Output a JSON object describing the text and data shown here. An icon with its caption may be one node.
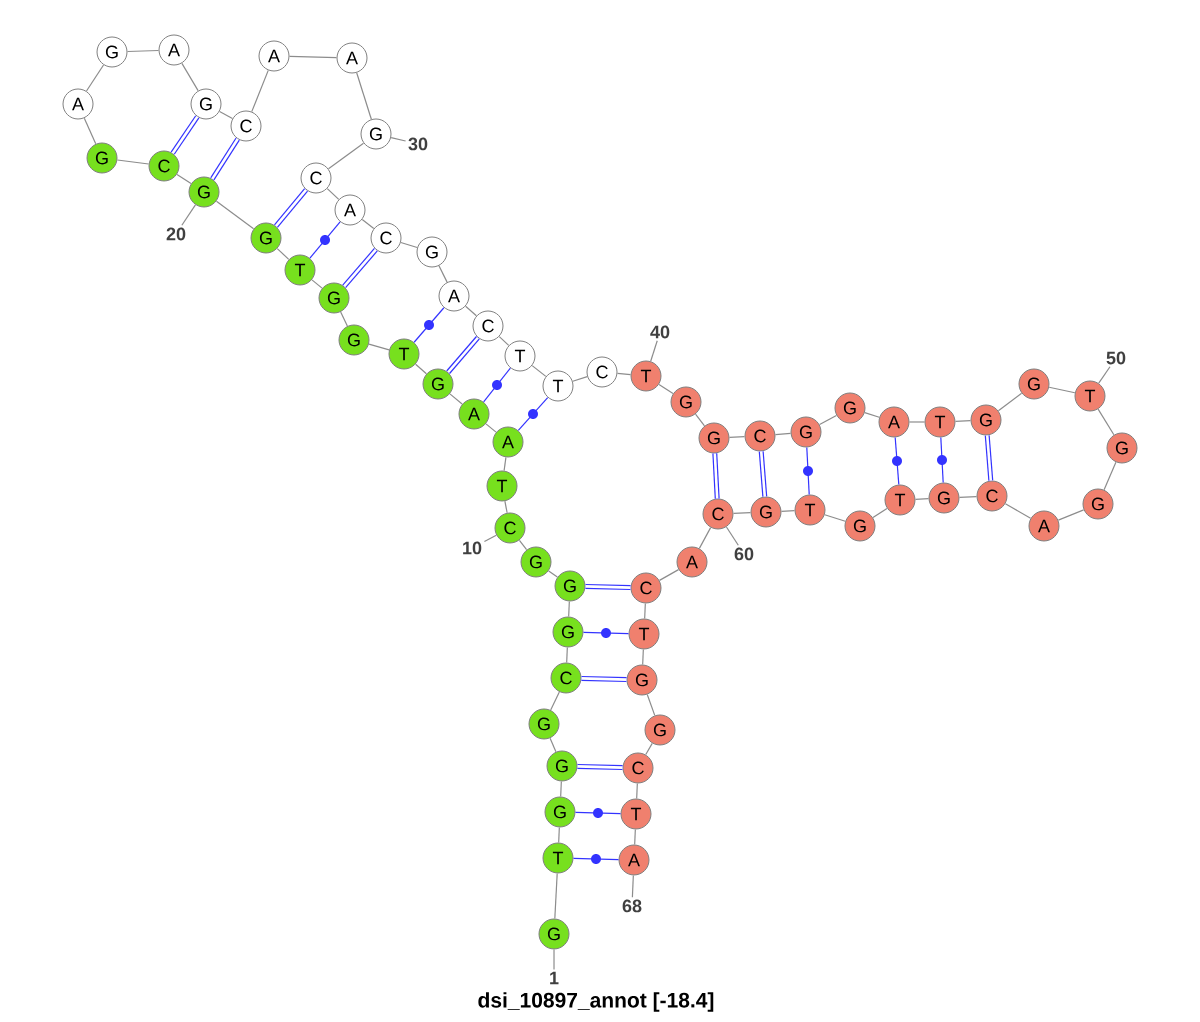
{
  "diagram": {
    "caption": "dsi_10897_annot [-18.4]",
    "nodes": [
      {
        "text": [
          "G"
        ]
      },
      {
        "text": [
          "T"
        ]
      },
      {
        "text": [
          "G"
        ]
      },
      {
        "text": [
          "G"
        ]
      },
      {
        "text": [
          "G"
        ]
      },
      {
        "text": [
          "C"
        ]
      },
      {
        "text": [
          "G"
        ]
      },
      {
        "text": [
          "G"
        ]
      },
      {
        "text": [
          "G"
        ]
      },
      {
        "text": [
          "C"
        ]
      },
      {
        "text": [
          "T"
        ]
      },
      {
        "text": [
          "A"
        ]
      },
      {
        "text": [
          "A"
        ]
      },
      {
        "text": [
          "G"
        ]
      },
      {
        "text": [
          "T"
        ]
      },
      {
        "text": [
          "G"
        ]
      },
      {
        "text": [
          "G"
        ]
      },
      {
        "text": [
          "T"
        ]
      },
      {
        "text": [
          "G"
        ]
      },
      {
        "text": [
          "G"
        ]
      },
      {
        "text": [
          "C"
        ]
      },
      {
        "text": [
          "G"
        ]
      },
      {
        "text": [
          "A"
        ]
      },
      {
        "text": [
          "G"
        ]
      },
      {
        "text": [
          "A"
        ]
      },
      {
        "text": [
          "G"
        ]
      },
      {
        "text": [
          "C"
        ]
      },
      {
        "text": [
          "A"
        ]
      },
      {
        "text": [
          "A"
        ]
      },
      {
        "text": [
          "G"
        ]
      },
      {
        "text": [
          "C"
        ]
      },
      {
        "text": [
          "A"
        ]
      },
      {
        "text": [
          "C"
        ]
      },
      {
        "text": [
          "G"
        ]
      },
      {
        "text": [
          "A"
        ]
      },
      {
        "text": [
          "C"
        ]
      },
      {
        "text": [
          "T"
        ]
      },
      {
        "text": [
          "T"
        ]
      },
      {
        "text": [
          "C"
        ]
      },
      {
        "text": [
          "T"
        ]
      },
      {
        "text": [
          "G"
        ]
      },
      {
        "text": [
          "G"
        ]
      },
      {
        "text": [
          "C"
        ]
      },
      {
        "text": [
          "G"
        ]
      },
      {
        "text": [
          "G"
        ]
      },
      {
        "text": [
          "A"
        ]
      },
      {
        "text": [
          "T"
        ]
      },
      {
        "text": [
          "G"
        ]
      },
      {
        "text": [
          "G"
        ]
      },
      {
        "text": [
          "T"
        ]
      },
      {
        "text": [
          "G"
        ]
      },
      {
        "text": [
          "G"
        ]
      },
      {
        "text": [
          "A"
        ]
      },
      {
        "text": [
          "C"
        ]
      },
      {
        "text": [
          "G"
        ]
      },
      {
        "text": [
          "T"
        ]
      },
      {
        "text": [
          "G"
        ]
      },
      {
        "text": [
          "T"
        ]
      },
      {
        "text": [
          "G"
        ]
      },
      {
        "text": [
          "C"
        ]
      },
      {
        "text": [
          "A"
        ]
      },
      {
        "text": [
          "C"
        ]
      },
      {
        "text": [
          "T"
        ]
      },
      {
        "text": [
          "G"
        ]
      },
      {
        "text": [
          "G"
        ]
      },
      {
        "text": [
          "C"
        ]
      },
      {
        "text": [
          "T"
        ]
      },
      {
        "text": [
          "A"
        ]
      },
      {
        "text": [
          "1"
        ]
      },
      {
        "text": [
          "10"
        ]
      },
      {
        "text": [
          "20"
        ]
      },
      {
        "text": [
          "30"
        ]
      },
      {
        "text": [
          "40"
        ]
      },
      {
        "text": [
          "50"
        ]
      },
      {
        "text": [
          "60"
        ]
      },
      {
        "text": [
          "68"
        ]
      }
    ],
    "edges": [
      {
        "from": 0,
        "to": 1,
        "arrow": "none"
      },
      {
        "from": 1,
        "to": 2,
        "arrow": "none"
      },
      {
        "from": 2,
        "to": 3,
        "arrow": "none"
      },
      {
        "from": 3,
        "to": 4,
        "arrow": "none"
      },
      {
        "from": 4,
        "to": 5,
        "arrow": "none"
      },
      {
        "from": 5,
        "to": 6,
        "arrow": "none"
      },
      {
        "from": 6,
        "to": 7,
        "arrow": "none"
      },
      {
        "from": 7,
        "to": 8,
        "arrow": "none"
      },
      {
        "from": 8,
        "to": 9,
        "arrow": "none"
      },
      {
        "from": 9,
        "to": 10,
        "arrow": "none"
      },
      {
        "from": 10,
        "to": 11,
        "arrow": "none"
      },
      {
        "from": 11,
        "to": 12,
        "arrow": "none"
      },
      {
        "from": 12,
        "to": 13,
        "arrow": "none"
      },
      {
        "from": 13,
        "to": 14,
        "arrow": "none"
      },
      {
        "from": 14,
        "to": 15,
        "arrow": "none"
      },
      {
        "from": 15,
        "to": 16,
        "arrow": "none"
      },
      {
        "from": 16,
        "to": 17,
        "arrow": "none"
      },
      {
        "from": 17,
        "to": 18,
        "arrow": "none"
      },
      {
        "from": 18,
        "to": 19,
        "arrow": "none"
      },
      {
        "from": 19,
        "to": 20,
        "arrow": "none"
      },
      {
        "from": 20,
        "to": 21,
        "arrow": "none"
      },
      {
        "from": 21,
        "to": 22,
        "arrow": "none"
      },
      {
        "from": 22,
        "to": 23,
        "arrow": "none"
      },
      {
        "from": 23,
        "to": 24,
        "arrow": "none"
      },
      {
        "from": 24,
        "to": 25,
        "arrow": "none"
      },
      {
        "from": 25,
        "to": 26,
        "arrow": "none"
      },
      {
        "from": 26,
        "to": 27,
        "arrow": "none"
      },
      {
        "from": 27,
        "to": 28,
        "arrow": "none"
      },
      {
        "from": 28,
        "to": 29,
        "arrow": "none"
      },
      {
        "from": 29,
        "to": 30,
        "arrow": "none"
      },
      {
        "from": 30,
        "to": 31,
        "arrow": "none"
      },
      {
        "from": 31,
        "to": 32,
        "arrow": "none"
      },
      {
        "from": 32,
        "to": 33,
        "arrow": "none"
      },
      {
        "from": 33,
        "to": 34,
        "arrow": "none"
      },
      {
        "from": 34,
        "to": 35,
        "arrow": "none"
      },
      {
        "from": 35,
        "to": 36,
        "arrow": "none"
      },
      {
        "from": 36,
        "to": 37,
        "arrow": "none"
      },
      {
        "from": 37,
        "to": 38,
        "arrow": "none"
      },
      {
        "from": 38,
        "to": 39,
        "arrow": "none"
      },
      {
        "from": 39,
        "to": 40,
        "arrow": "none"
      },
      {
        "from": 40,
        "to": 41,
        "arrow": "none"
      },
      {
        "from": 41,
        "to": 42,
        "arrow": "none"
      },
      {
        "from": 42,
        "to": 43,
        "arrow": "none"
      },
      {
        "from": 43,
        "to": 44,
        "arrow": "none"
      },
      {
        "from": 44,
        "to": 45,
        "arrow": "none"
      },
      {
        "from": 45,
        "to": 46,
        "arrow": "none"
      },
      {
        "from": 46,
        "to": 47,
        "arrow": "none"
      },
      {
        "from": 47,
        "to": 48,
        "arrow": "none"
      },
      {
        "from": 48,
        "to": 49,
        "arrow": "none"
      },
      {
        "from": 49,
        "to": 50,
        "arrow": "none"
      },
      {
        "from": 50,
        "to": 51,
        "arrow": "none"
      },
      {
        "from": 51,
        "to": 52,
        "arrow": "none"
      },
      {
        "from": 52,
        "to": 53,
        "arrow": "none"
      },
      {
        "from": 53,
        "to": 54,
        "arrow": "none"
      },
      {
        "from": 54,
        "to": 55,
        "arrow": "none"
      },
      {
        "from": 55,
        "to": 56,
        "arrow": "none"
      },
      {
        "from": 56,
        "to": 57,
        "arrow": "none"
      },
      {
        "from": 57,
        "to": 58,
        "arrow": "none"
      },
      {
        "from": 58,
        "to": 59,
        "arrow": "none"
      },
      {
        "from": 59,
        "to": 60,
        "arrow": "none"
      },
      {
        "from": 60,
        "to": 61,
        "arrow": "none"
      },
      {
        "from": 61,
        "to": 62,
        "arrow": "none"
      },
      {
        "from": 62,
        "to": 63,
        "arrow": "none"
      },
      {
        "from": 63,
        "to": 64,
        "arrow": "none"
      },
      {
        "from": 64,
        "to": 65,
        "arrow": "none"
      },
      {
        "from": 65,
        "to": 66,
        "arrow": "none"
      },
      {
        "from": 66,
        "to": 67,
        "arrow": "none"
      },
      {
        "from": 7,
        "to": 61,
        "arrow": "none",
        "style": "thick",
        "color": "#3333ff"
      },
      {
        "from": 6,
        "to": 62,
        "arrow": "none",
        "color": "#3333ff"
      },
      {
        "from": 5,
        "to": 63,
        "arrow": "none",
        "style": "thick",
        "color": "#3333ff"
      },
      {
        "from": 3,
        "to": 65,
        "arrow": "none",
        "style": "thick",
        "color": "#3333ff"
      },
      {
        "from": 2,
        "to": 66,
        "arrow": "none",
        "color": "#3333ff"
      },
      {
        "from": 1,
        "to": 67,
        "arrow": "none",
        "color": "#3333ff"
      },
      {
        "from": 11,
        "to": 37,
        "arrow": "none",
        "color": "#3333ff"
      },
      {
        "from": 12,
        "to": 36,
        "arrow": "none",
        "color": "#3333ff"
      },
      {
        "from": 13,
        "to": 35,
        "arrow": "none",
        "style": "thick",
        "color": "#3333ff"
      },
      {
        "from": 14,
        "to": 34,
        "arrow": "none",
        "color": "#3333ff"
      },
      {
        "from": 16,
        "to": 32,
        "arrow": "none",
        "style": "thick",
        "color": "#3333ff"
      },
      {
        "from": 17,
        "to": 31,
        "arrow": "none",
        "color": "#3333ff"
      },
      {
        "from": 18,
        "to": 30,
        "arrow": "none",
        "style": "thick",
        "color": "#3333ff"
      },
      {
        "from": 19,
        "to": 26,
        "arrow": "none",
        "style": "thick",
        "color": "#3333ff"
      },
      {
        "from": 20,
        "to": 25,
        "arrow": "none",
        "style": "thick",
        "color": "#3333ff"
      },
      {
        "from": 41,
        "to": 59,
        "arrow": "none",
        "style": "thick",
        "color": "#3333ff"
      },
      {
        "from": 42,
        "to": 58,
        "arrow": "none",
        "style": "thick",
        "color": "#3333ff"
      },
      {
        "from": 43,
        "to": 57,
        "arrow": "none",
        "color": "#3333ff"
      },
      {
        "from": 45,
        "to": 55,
        "arrow": "none",
        "color": "#3333ff"
      },
      {
        "from": 46,
        "to": 54,
        "arrow": "none",
        "color": "#3333ff"
      },
      {
        "from": 47,
        "to": 53,
        "arrow": "none",
        "style": "thick",
        "color": "#3333ff"
      },
      {
        "from": 68,
        "to": 0,
        "arrow": "none"
      },
      {
        "from": 69,
        "to": 9,
        "arrow": "none"
      },
      {
        "from": 70,
        "to": 19,
        "arrow": "none"
      },
      {
        "from": 71,
        "to": 29,
        "arrow": "none"
      },
      {
        "from": 72,
        "to": 39,
        "arrow": "none"
      },
      {
        "from": 73,
        "to": 49,
        "arrow": "none"
      },
      {
        "from": 74,
        "to": 59,
        "arrow": "none"
      },
      {
        "from": 75,
        "to": 67,
        "arrow": "none"
      }
    ]
  }
}
